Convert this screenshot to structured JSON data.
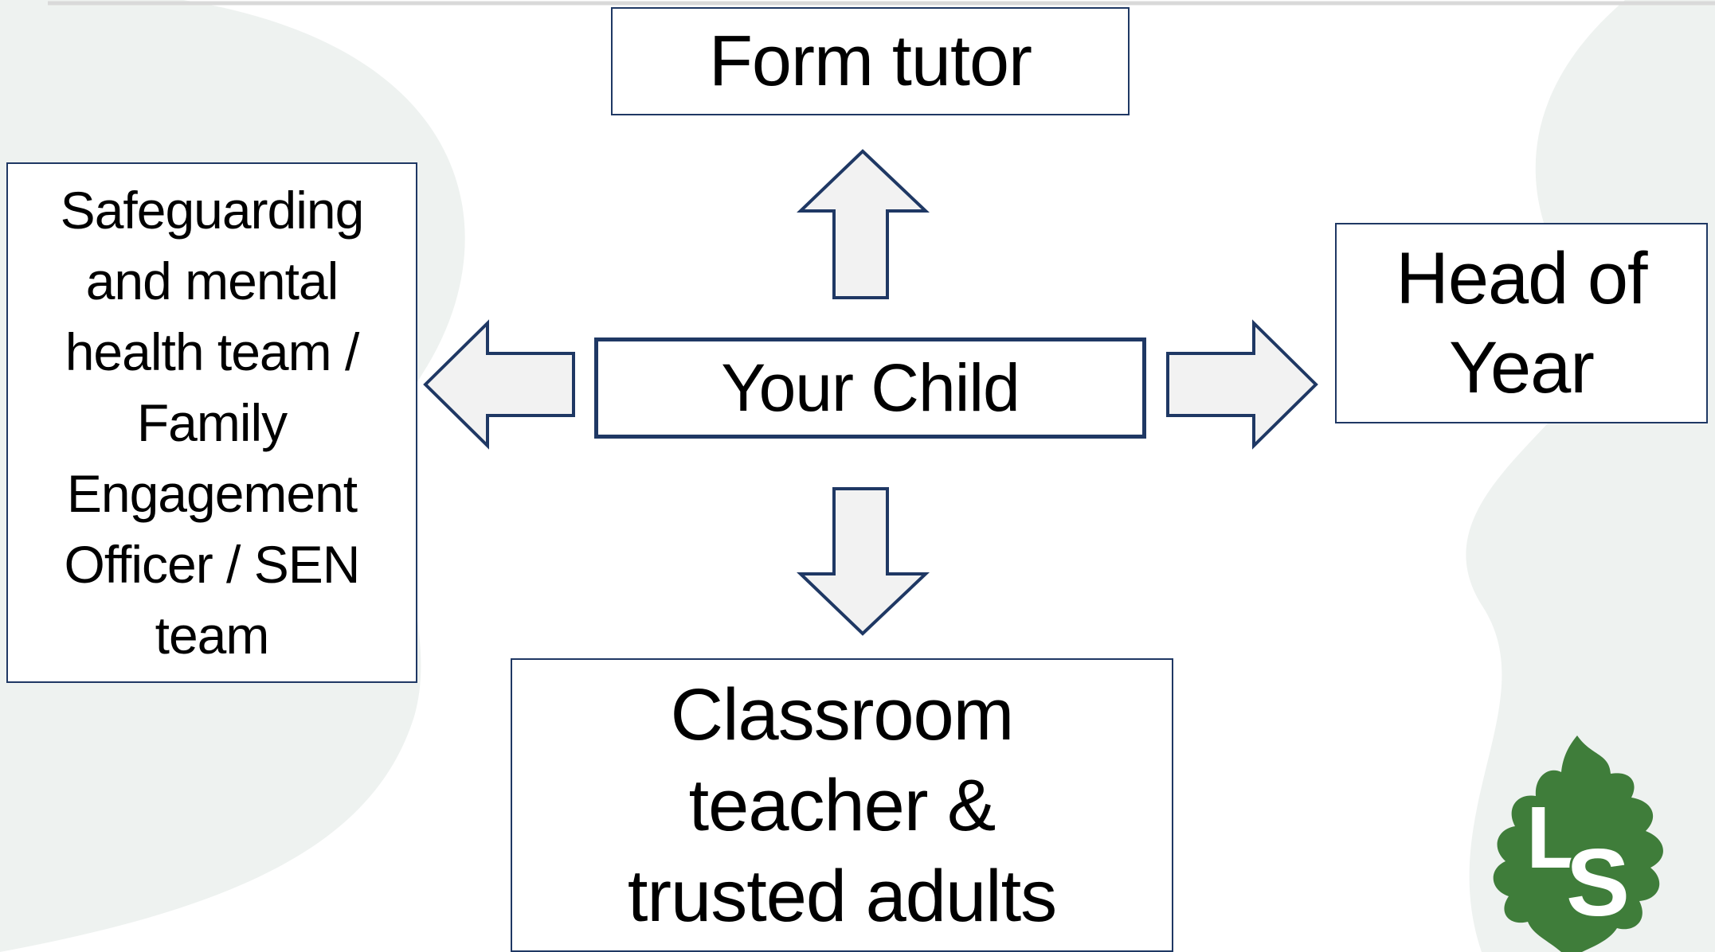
{
  "diagram": {
    "center": {
      "label": "Your Child"
    },
    "top": {
      "label": "Form tutor"
    },
    "right": {
      "label": "Head of Year"
    },
    "bottom": {
      "label": "Classroom teacher & trusted adults"
    },
    "left": {
      "label": "Safeguarding and mental health team / Family Engagement Officer / SEN team"
    }
  },
  "logo": {
    "letters": "LS",
    "letter_1": "L",
    "letter_2": "S"
  },
  "colors": {
    "box_border": "#1f3864",
    "arrow_fill": "#f2f2f2",
    "background_shape": "#eef2f0",
    "leaf_green": "#3f7d3a"
  }
}
